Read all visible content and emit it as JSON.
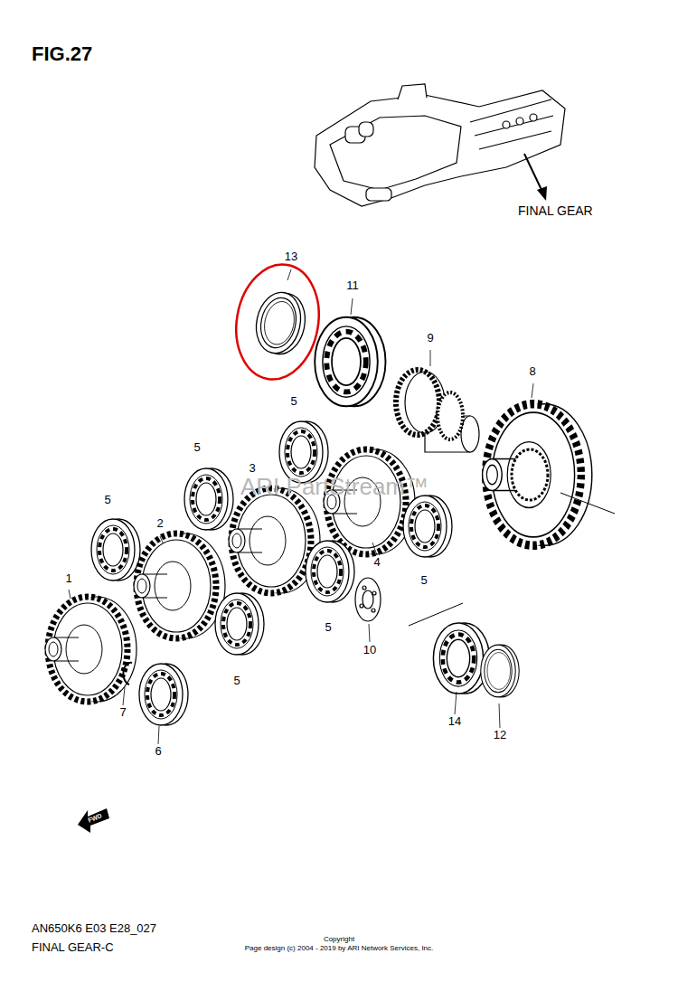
{
  "diagram": {
    "title": "FIG.27",
    "labels": [
      "FINAL GEAR",
      "13",
      "11",
      "9",
      "8",
      "5",
      "5",
      "3",
      "5",
      "2",
      "1",
      "4",
      "5",
      "5",
      "10",
      "5",
      "7",
      "6",
      "14",
      "12",
      "FWD",
      "ARI PartStream™",
      "AN650K6 E03 E28_027",
      "FINAL GEAR-C",
      "Copyright",
      "Page design (c) 2004 - 2019 by ARI Network Services, Inc."
    ]
  }
}
